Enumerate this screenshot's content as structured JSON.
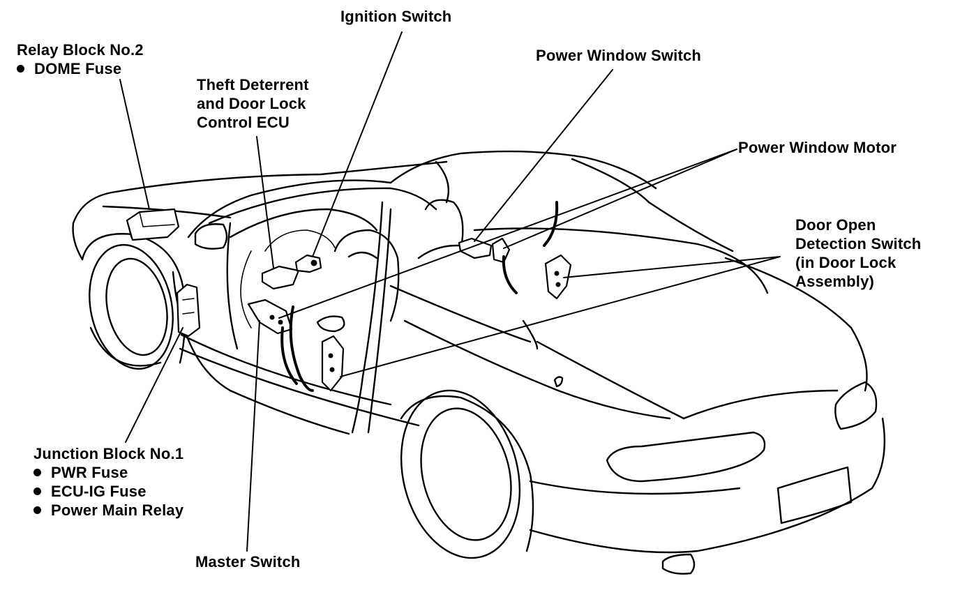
{
  "labels": {
    "ignition_switch": "Ignition Switch",
    "relay_block_no2": "Relay Block No.2",
    "dome_fuse": "DOME Fuse",
    "theft_ecu_line1": "Theft Deterrent",
    "theft_ecu_line2": "and Door Lock",
    "theft_ecu_line3": "Control ECU",
    "power_window_switch": "Power Window Switch",
    "power_window_motor": "Power Window Motor",
    "door_open_line1": "Door Open",
    "door_open_line2": "Detection Switch",
    "door_open_line3": "(in Door Lock",
    "door_open_line4": "Assembly)",
    "junction_block_no1": "Junction Block No.1",
    "pwr_fuse": "PWR Fuse",
    "ecu_ig_fuse": "ECU-IG Fuse",
    "power_main_relay": "Power Main Relay",
    "master_switch": "Master Switch"
  }
}
